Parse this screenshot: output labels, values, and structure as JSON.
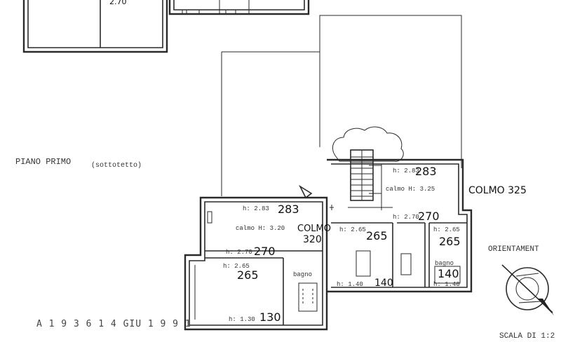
{
  "title": "PIANO PRIMO",
  "subtitle": "(sottotetto)",
  "stamp": "A 1 9 3 6   1 4 GIU 1 9 9 1",
  "orientation_label": "ORIENTAMENT",
  "scale_label": "SCALA DI 1:2",
  "annotations": {
    "left_h_283": "h: 2.83",
    "left_283": "283",
    "left_calmo": "calmo H: 3.20",
    "left_colmo_written": "COLMO",
    "left_320": "320",
    "mid_h_270": "h: 2.70",
    "mid_270": "270",
    "low_h_265": "h: 2.65",
    "low_265": "265",
    "bagno_left": "bagno",
    "bottom_h_130": "h: 1.30",
    "bottom_130": "130",
    "center_h_265": "h: 2.65",
    "center_265": "265",
    "center_h_140": "h: 1.40",
    "center_140": "140",
    "right_h_283": "h: 2.83",
    "right_283": "283",
    "right_calmo": "calmo H: 3.25",
    "right_colmo": "COLMO 325",
    "right_h_270": "h: 2.70",
    "right_270": "270",
    "right_h_265": "h: 2.65",
    "right_265": "265",
    "bagno_right": "bagno",
    "right_140": "140",
    "right_h_140": "h: 1.40",
    "top_left_fragment": "2.70"
  }
}
